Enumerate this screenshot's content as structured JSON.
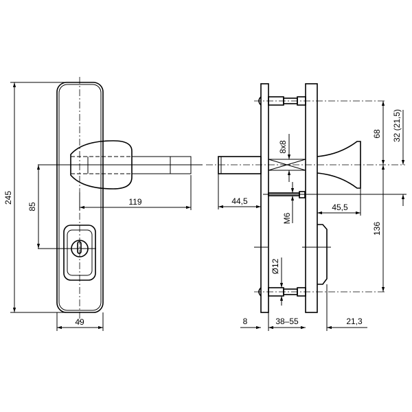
{
  "dimensions": {
    "overall_height": "245",
    "spindle_to_key": "85",
    "handle_projection": "119",
    "plate_width": "49",
    "spindle_length": "44,5",
    "square_spindle": "8x8",
    "upper_screw_distance": "68",
    "screw_offset": "32 (21,5)",
    "thread": "M6",
    "knob_projection": "45,5",
    "lower_screw_distance": "136",
    "bolt_diameter": "Ø12",
    "outer_plate": "8",
    "door_thickness": "38–55",
    "escutcheon_depth": "21,3"
  }
}
